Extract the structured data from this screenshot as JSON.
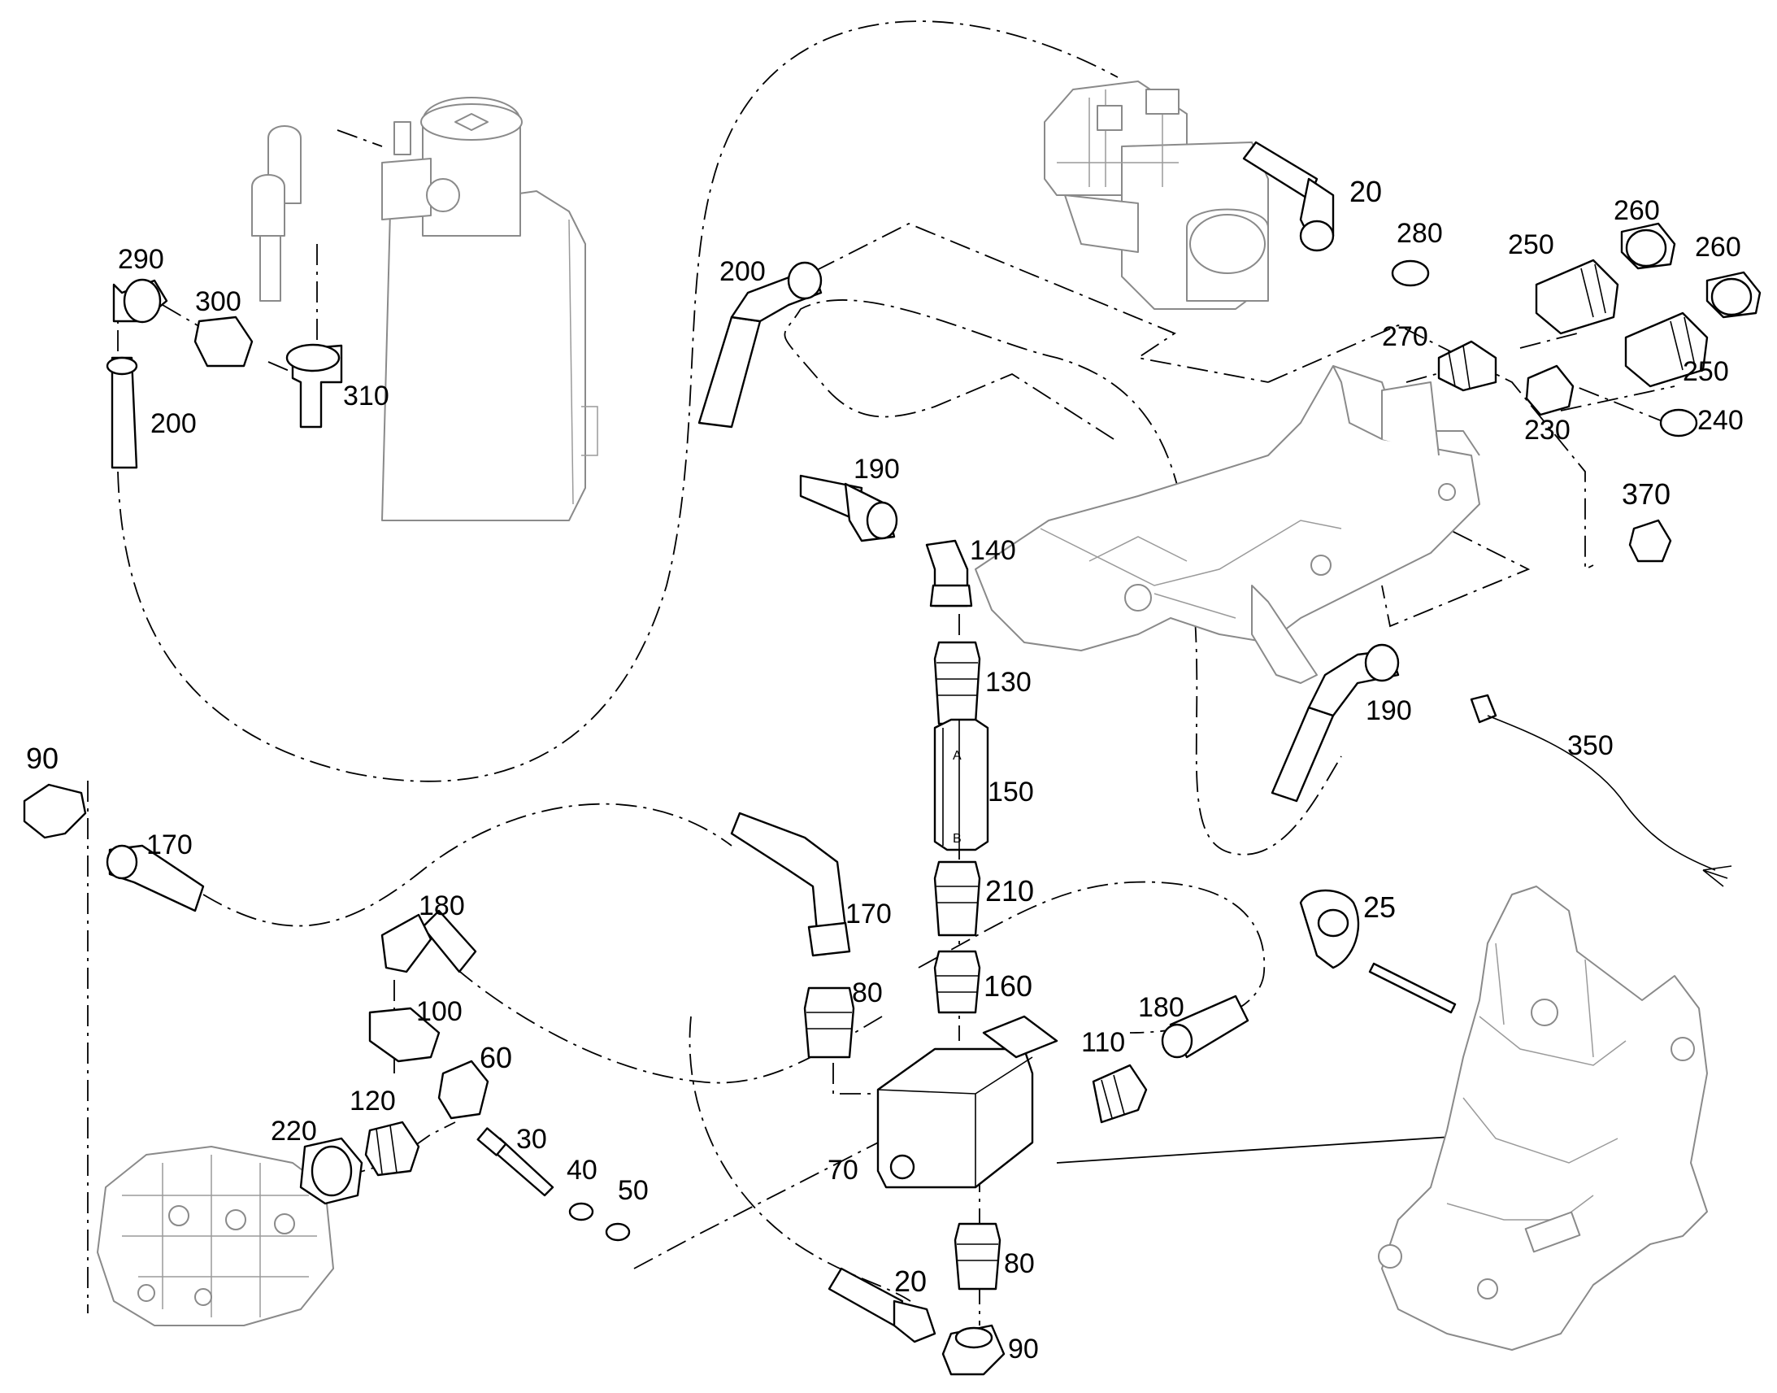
{
  "diagram": {
    "labels": {
      "n20a": "20",
      "n20b": "20",
      "n25": "25",
      "n30": "30",
      "n40": "40",
      "n50": "50",
      "n60": "60",
      "n70": "70",
      "n80a": "80",
      "n80b": "80",
      "n90a": "90",
      "n90b": "90",
      "n100": "100",
      "n110": "110",
      "n120": "120",
      "n130": "130",
      "n140": "140",
      "n150": "150",
      "n160": "160",
      "n170a": "170",
      "n170b": "170",
      "n180a": "180",
      "n180b": "180",
      "n190a": "190",
      "n190b": "190",
      "n200a": "200",
      "n200b": "200",
      "n210": "210",
      "n220": "220",
      "n230": "230",
      "n240": "240",
      "n250a": "250",
      "n250b": "250",
      "n260a": "260",
      "n260b": "260",
      "n270": "270",
      "n280": "280",
      "n290": "290",
      "n300": "300",
      "n310": "310",
      "n350": "350",
      "n370": "370"
    },
    "port_marks": {
      "port_a": "A",
      "port_b": "B"
    }
  }
}
